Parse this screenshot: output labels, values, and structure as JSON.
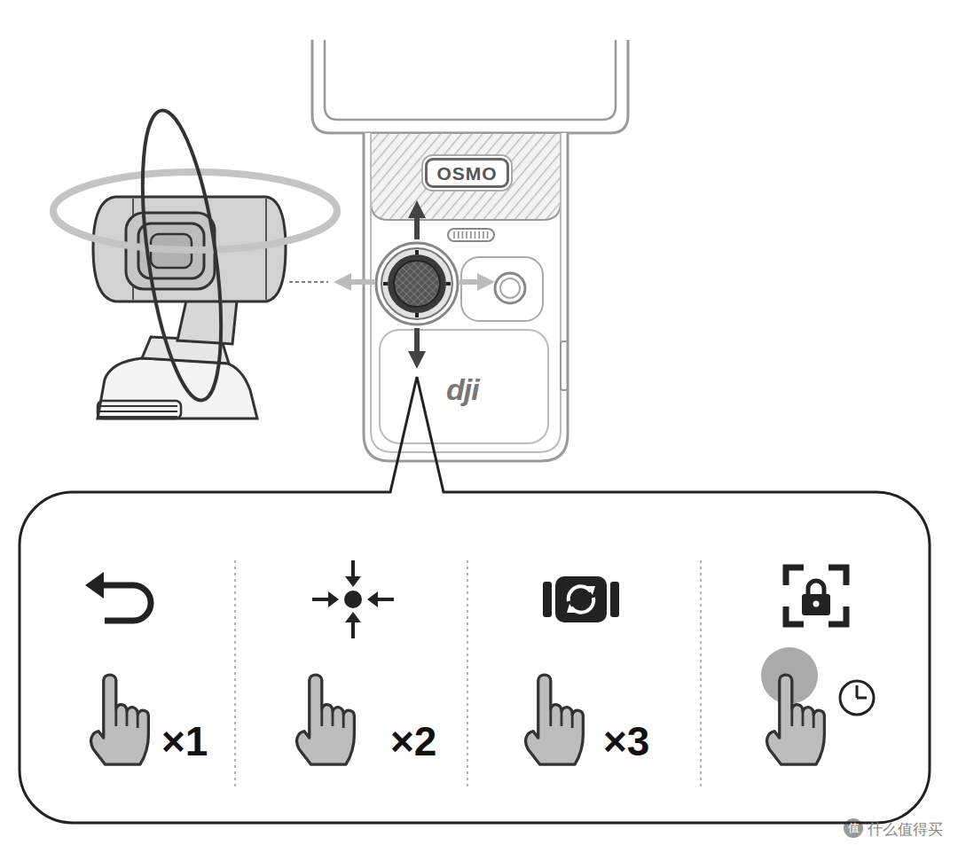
{
  "diagram": {
    "nodes": [
      {
        "text": [
          "OSMO"
        ]
      },
      {
        "text": [
          "×1",
          "×2",
          "×3"
        ]
      }
    ],
    "labels": [
      "dji",
      "值",
      "什么值得买"
    ]
  }
}
